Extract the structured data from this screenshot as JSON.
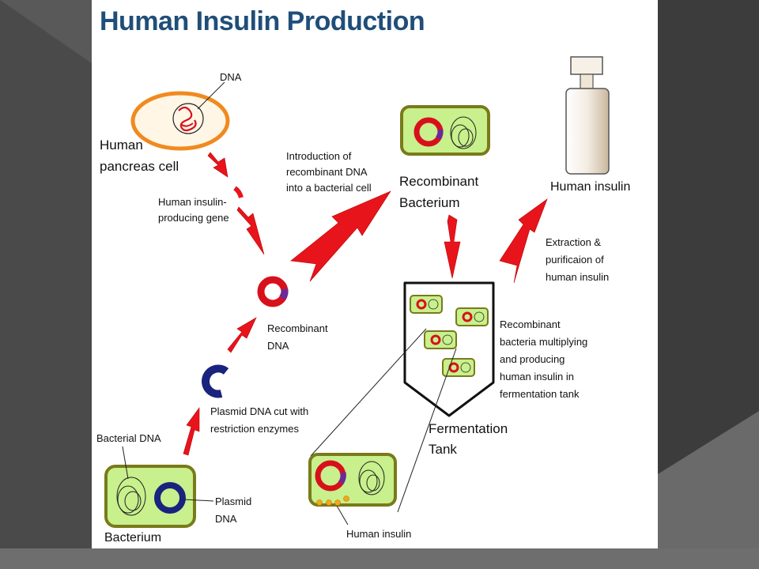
{
  "title": "Human Insulin Production",
  "labels": {
    "dna": "DNA",
    "pancreas_cell": "Human\npancreas cell",
    "insulin_gene": "Human insulin-\nproducing gene",
    "introduction": "Introduction of\nrecombinant DNA\ninto a bacterial cell",
    "recombinant_bacterium": "Recombinant\nBacterium",
    "human_insulin_top": "Human insulin",
    "extraction": "Extraction &\npurificaion of\nhuman insulin",
    "recombinant_dna": "Recombinant\nDNA",
    "recombinant_multiplying": "Recombinant\nbacteria multiplying\nand producing\nhuman insulin in\nfermentation tank",
    "plasmid_cut": "Plasmid DNA cut with\nrestriction enzymes",
    "bacterial_dna": "Bacterial DNA",
    "fermentation_tank": "Fermentation\nTank",
    "plasmid_dna": "Plasmid\nDNA",
    "bacterium": "Bacterium",
    "human_insulin_bottom": "Human insulin"
  },
  "colors": {
    "title": "#1f4e79",
    "arrow": "#e8141c",
    "cell_fill": "#c8f08c",
    "cell_border": "#7a7a1a",
    "pancreas_ring": "#f08a1e",
    "plasmid_blue": "#1a237e",
    "plasmid_red": "#d8101c",
    "plasmid_purple": "#6a2a9a",
    "insulin_dot": "#f4a81c"
  }
}
